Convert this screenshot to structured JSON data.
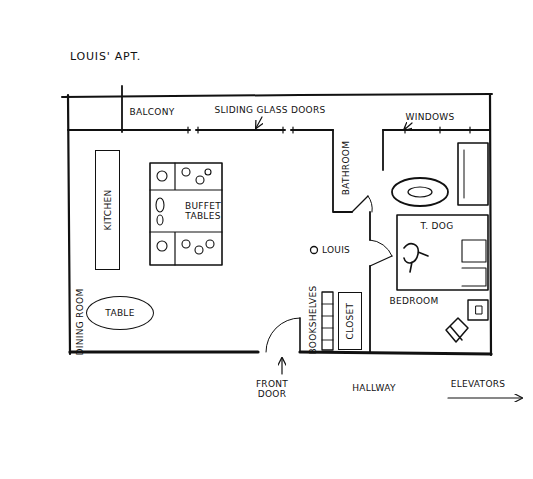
{
  "diagram": {
    "title": "LOUIS' APT.",
    "nodes": [
      {
        "text": [
          "KITCHEN"
        ]
      },
      {
        "text": [
          "TABLE"
        ]
      },
      {
        "text": [
          "CLOSET"
        ]
      }
    ],
    "labels": [
      "BALCONY",
      "SLIDING GLASS DOORS",
      "WINDOWS",
      "BUFFET TABLES",
      "BATHROOM",
      "LOUIS",
      "T. DOG",
      "BEDROOM",
      "BOOKSHELVES",
      "DINING ROOM",
      "FRONT DOOR",
      "HALLWAY",
      "ELEVATORS"
    ]
  }
}
